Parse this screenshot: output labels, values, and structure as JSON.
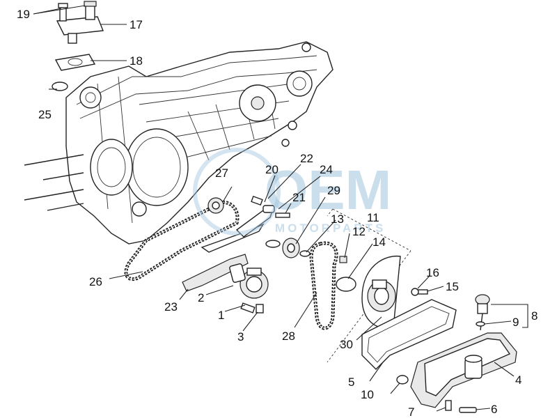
{
  "diagram": {
    "callouts": [
      "19",
      "17",
      "18",
      "25",
      "22",
      "24",
      "20",
      "27",
      "21",
      "29",
      "11",
      "13",
      "12",
      "14",
      "26",
      "23",
      "2",
      "1",
      "3",
      "28",
      "16",
      "15",
      "8",
      "9",
      "30",
      "5",
      "4",
      "10",
      "7",
      "6"
    ],
    "watermark": {
      "logo": "OEM",
      "subtitle": "MOTORPARTS",
      "color": "#9fc4dd"
    }
  }
}
